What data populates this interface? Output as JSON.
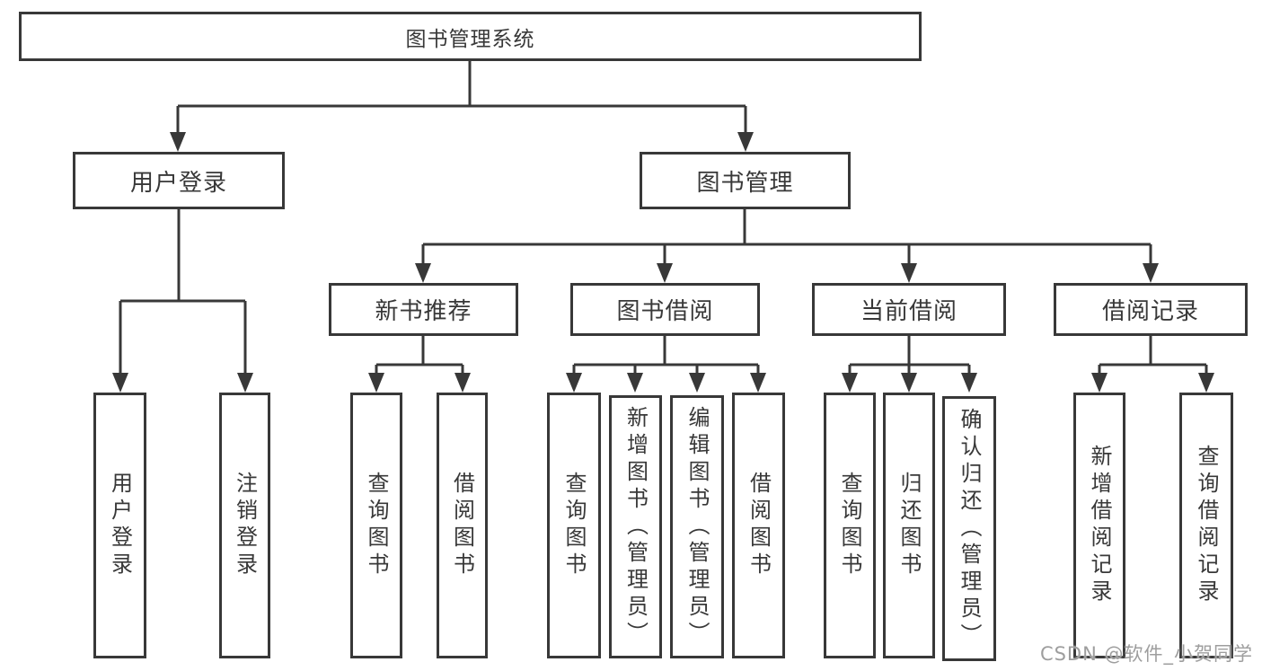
{
  "root": {
    "label": "图书管理系统"
  },
  "branches": {
    "user_login": {
      "label": "用户登录",
      "children": [
        "用户登录",
        "注销登录"
      ]
    },
    "book_management": {
      "label": "图书管理",
      "sections": {
        "new_book_recommend": {
          "label": "新书推荐",
          "children": [
            "查询图书",
            "借阅图书"
          ]
        },
        "book_borrow": {
          "label": "图书借阅",
          "children": [
            "查询图书",
            "新增图书（管理员）",
            "编辑图书（管理员）",
            "借阅图书"
          ]
        },
        "current_borrow": {
          "label": "当前借阅",
          "children": [
            "查询图书",
            "归还图书",
            "确认归还（管理员）"
          ]
        },
        "borrow_record": {
          "label": "借阅记录",
          "children": [
            "新增借阅记录",
            "查询借阅记录"
          ]
        }
      }
    }
  },
  "watermark": "CSDN @软件_小贺同学",
  "colors": {
    "line": "#383838",
    "box_border": "#383838",
    "text": "#383838",
    "watermark": "#9e9e9e",
    "background": "#ffffff"
  }
}
